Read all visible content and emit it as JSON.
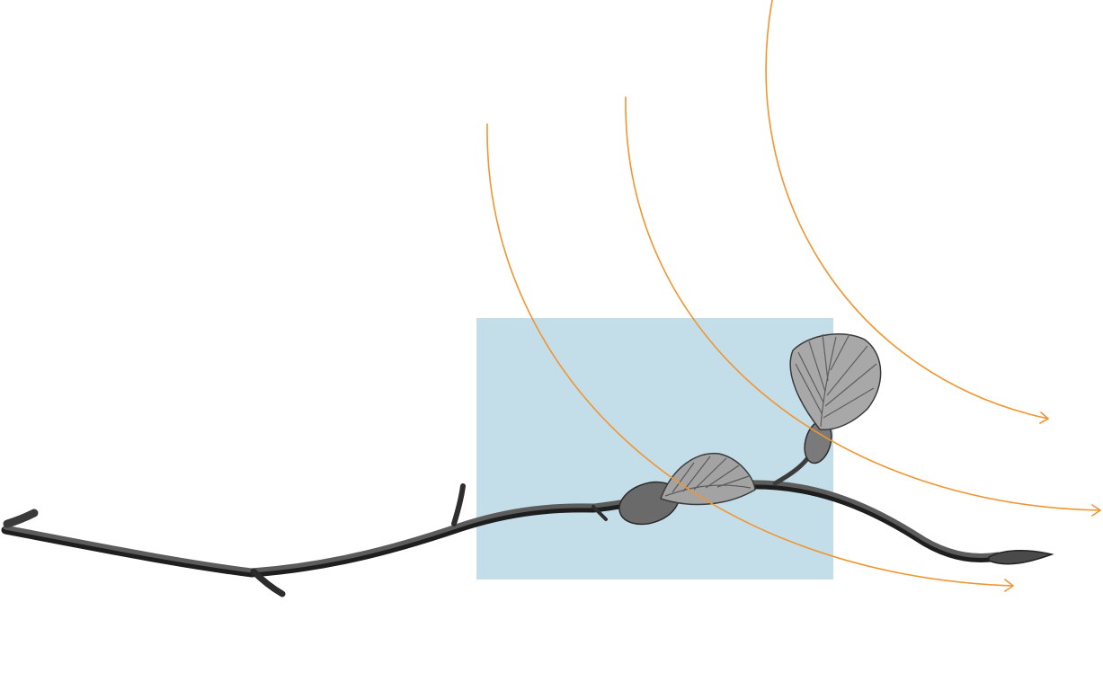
{
  "scene": {
    "background_color": "#ffffff",
    "highlight_panel_color": "#c3dde9",
    "arc_color": "#f19530",
    "branch_color": "#3a3a3a",
    "leaf_color": "#8c8c8c",
    "bud_color": "#5a5a5a",
    "arc_count": 3,
    "arc_end_marker": "open-arrowhead",
    "subject": "bare-branch-with-unfolding-leaves"
  }
}
